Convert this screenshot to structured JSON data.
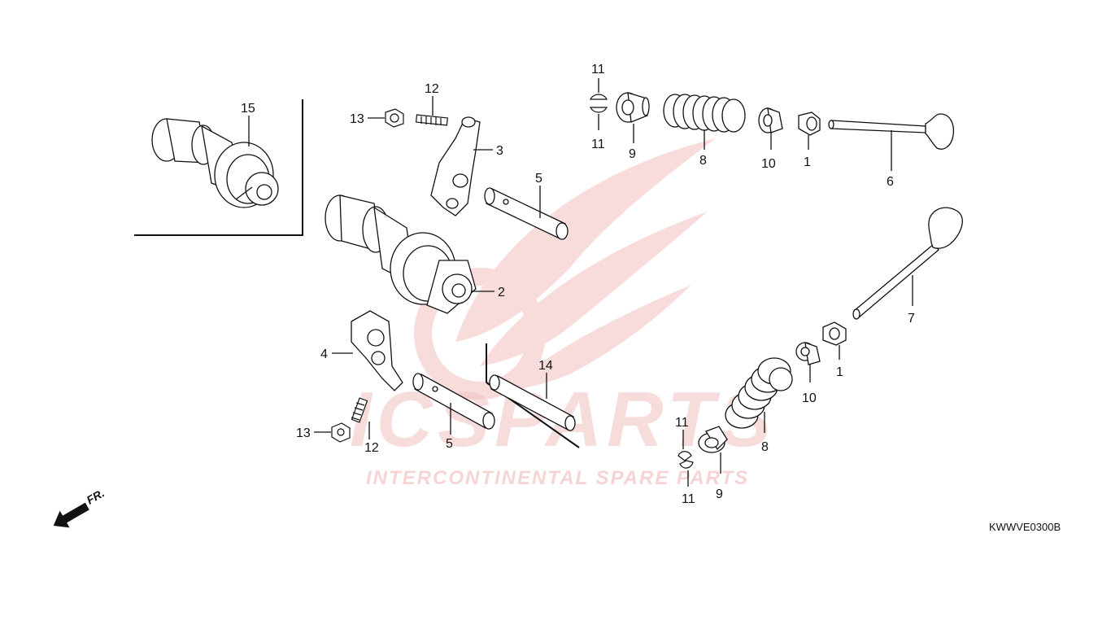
{
  "diagram": {
    "code": "KWWVE0300B",
    "direction_label": "FR.",
    "watermark": {
      "brand": "ICSPARTS",
      "tagline": "INTERCONTINENTAL SPARE PARTS"
    },
    "callouts": {
      "p1a": "1",
      "p1b": "1",
      "p2": "2",
      "p3": "3",
      "p4": "4",
      "p5a": "5",
      "p5b": "5",
      "p6": "6",
      "p7": "7",
      "p8a": "8",
      "p8b": "8",
      "p9a": "9",
      "p9b": "9",
      "p10a": "10",
      "p10b": "10",
      "p11a": "11",
      "p11b": "11",
      "p11c": "11",
      "p11d": "11",
      "p12a": "12",
      "p12b": "12",
      "p13a": "13",
      "p13b": "13",
      "p14": "14",
      "p15": "15"
    },
    "colors": {
      "line": "#111111",
      "watermark": "#f3c6c6"
    }
  }
}
